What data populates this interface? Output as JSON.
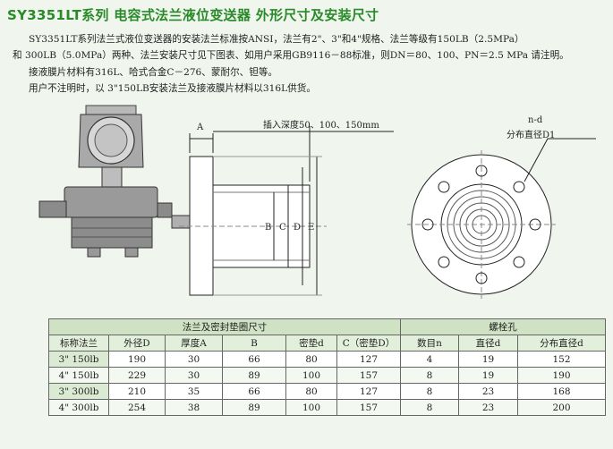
{
  "title": "SY3351LT系列 电容式法兰液位变送器 外形尺寸及安装尺寸",
  "description": [
    "SY3351LT系列法兰式液位变送器的安装法兰标准按ANSI，法兰有2\"、3\"和4\"规格、法兰等级有150LB（2.5MPa）",
    "和 300LB（5.0MPa）两种、法兰安装尺寸见下图表、如用户采用GB9116－88标准，则DN＝80、100、PN＝2.5 MPa 请注明。",
    "接液膜片材料有316L、哈式合金C－276、蒙耐尔、钽等。",
    "用户不注明时，以 3\"150LB安装法兰及接液膜片材料以316L供货。"
  ],
  "drawing": {
    "label_a": "A",
    "label_insert": "插入深度50、100、150mm",
    "label_b": "B",
    "label_c": "C",
    "label_d": "D",
    "label_e": "E",
    "label_nd": "n-d",
    "label_d1": "分布直径D1"
  },
  "table": {
    "group_flange": "法兰及密封垫圈尺寸",
    "group_bolt": "螺栓孔",
    "headers": [
      "标称法兰",
      "外径D",
      "厚度A",
      "B",
      "密垫d",
      "C（密垫D）",
      "数目n",
      "直径d",
      "分布直径d"
    ],
    "rows": [
      [
        "3\" 150lb",
        "190",
        "30",
        "66",
        "80",
        "127",
        "4",
        "19",
        "152"
      ],
      [
        "4\" 150lb",
        "229",
        "30",
        "89",
        "100",
        "157",
        "8",
        "19",
        "190"
      ],
      [
        "3\" 300lb",
        "210",
        "35",
        "66",
        "80",
        "127",
        "8",
        "23",
        "168"
      ],
      [
        "4\" 300lb",
        "254",
        "38",
        "89",
        "100",
        "157",
        "8",
        "23",
        "200"
      ]
    ]
  }
}
